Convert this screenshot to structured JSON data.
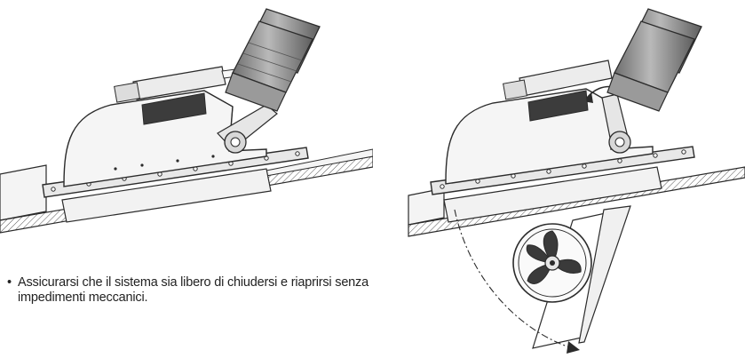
{
  "instruction": {
    "bullet": "•",
    "text": "Assicurarsi che il sistema sia libero di chiudersi e riaprirsi senza impedimenti meccanici."
  },
  "figures": {
    "left": {
      "state": "retracted",
      "icon": "thruster-retracted-illustration"
    },
    "right": {
      "state": "deployed",
      "icon": "thruster-deployed-illustration"
    }
  },
  "colors": {
    "line": "#2b2b2b",
    "motor_gray": "#8a8a8a",
    "body_light": "#f4f4f4",
    "hull_hatch": "#555555"
  }
}
